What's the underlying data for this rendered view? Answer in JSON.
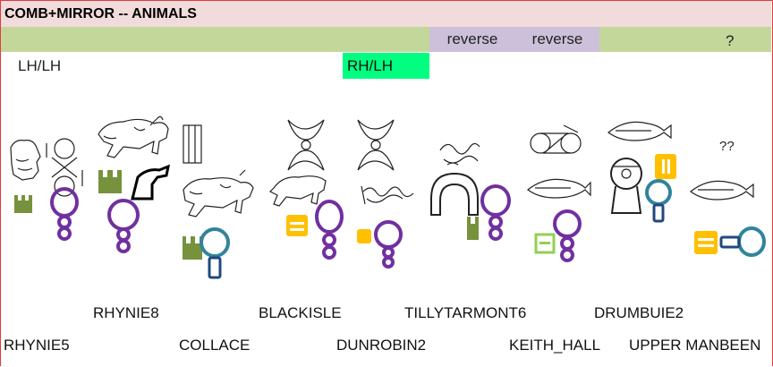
{
  "title": "COMB+MIRROR -- ANIMALS",
  "header": {
    "reverse_1": "reverse",
    "reverse_2": "reverse",
    "question": "?"
  },
  "row2": {
    "lh_lh": "LH/LH",
    "rh_lh": "RH/LH"
  },
  "annotation": "??",
  "stones_top": [
    "RHYNIE8",
    "BLACKISLE",
    "TILLYTARMONT6",
    "DRUMBUIE2"
  ],
  "stones_bottom": [
    "RHYNIE5",
    "COLLACE",
    "DUNROBIN2",
    "KEITH_HALL",
    "UPPER MANBEEN"
  ],
  "colors": {
    "title_bg": "#f2dcdb",
    "header_green": "#c4d79b",
    "reverse_bg": "#ccc0da",
    "rh_highlight": "#00ff80",
    "comb_green": "#76923c",
    "comb_gold": "#ffc000",
    "mirror_purple": "#7030a0",
    "mirror_teal": "#31849b"
  },
  "icons": [
    "beast-icon",
    "comb-icon",
    "mirror-icon",
    "crescent-icon",
    "double-disc-icon",
    "salmon-icon",
    "serpent-icon",
    "arch-icon",
    "rectangle-icon",
    "cauldron-icon",
    "horse-head-icon"
  ]
}
